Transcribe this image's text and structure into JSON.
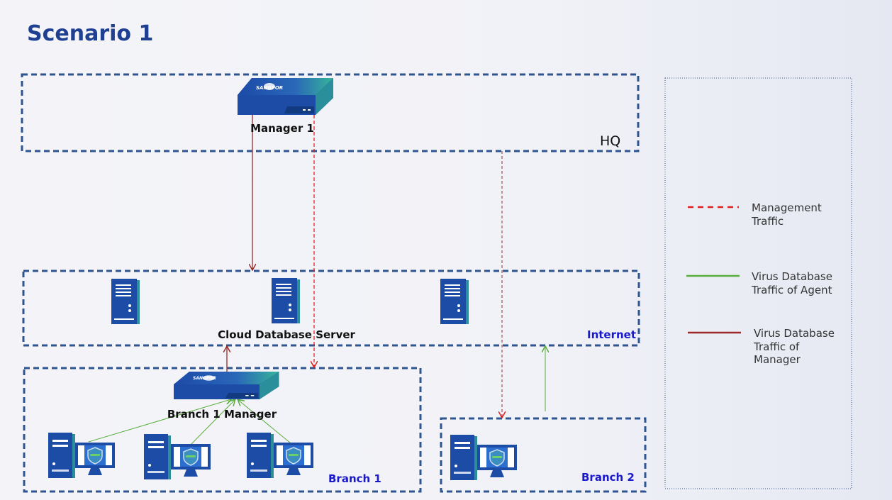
{
  "title": "Scenario 1",
  "zones": {
    "hq": "HQ",
    "internet": "Internet",
    "branch1": "Branch 1",
    "branch2": "Branch 2"
  },
  "nodes": {
    "manager1": {
      "label": "Manager 1",
      "brand": "SANGFOR",
      "icon": "firewall-appliance-icon"
    },
    "cloud_server": {
      "label": "Cloud Database Server",
      "icon": "server-icon"
    },
    "branch1_manager": {
      "label": "Branch 1 Manager",
      "brand": "SANGFOR",
      "icon": "firewall-appliance-icon"
    },
    "agent_icon": "pc-with-shield-icon"
  },
  "legend": [
    {
      "lines": [
        "Management",
        "Traffic"
      ],
      "color": "#e02020",
      "style": "dashed"
    },
    {
      "lines": [
        "Virus Database",
        "Traffic of Agent"
      ],
      "color": "#5aac3c",
      "style": "solid"
    },
    {
      "lines": [
        "Virus Database",
        "Traffic of",
        "Manager"
      ],
      "color": "#9a2a2a",
      "style": "solid"
    }
  ],
  "colors": {
    "title": "#1f3f91",
    "zone_border": "#2f5590",
    "zone_label": "#1a1acc"
  }
}
